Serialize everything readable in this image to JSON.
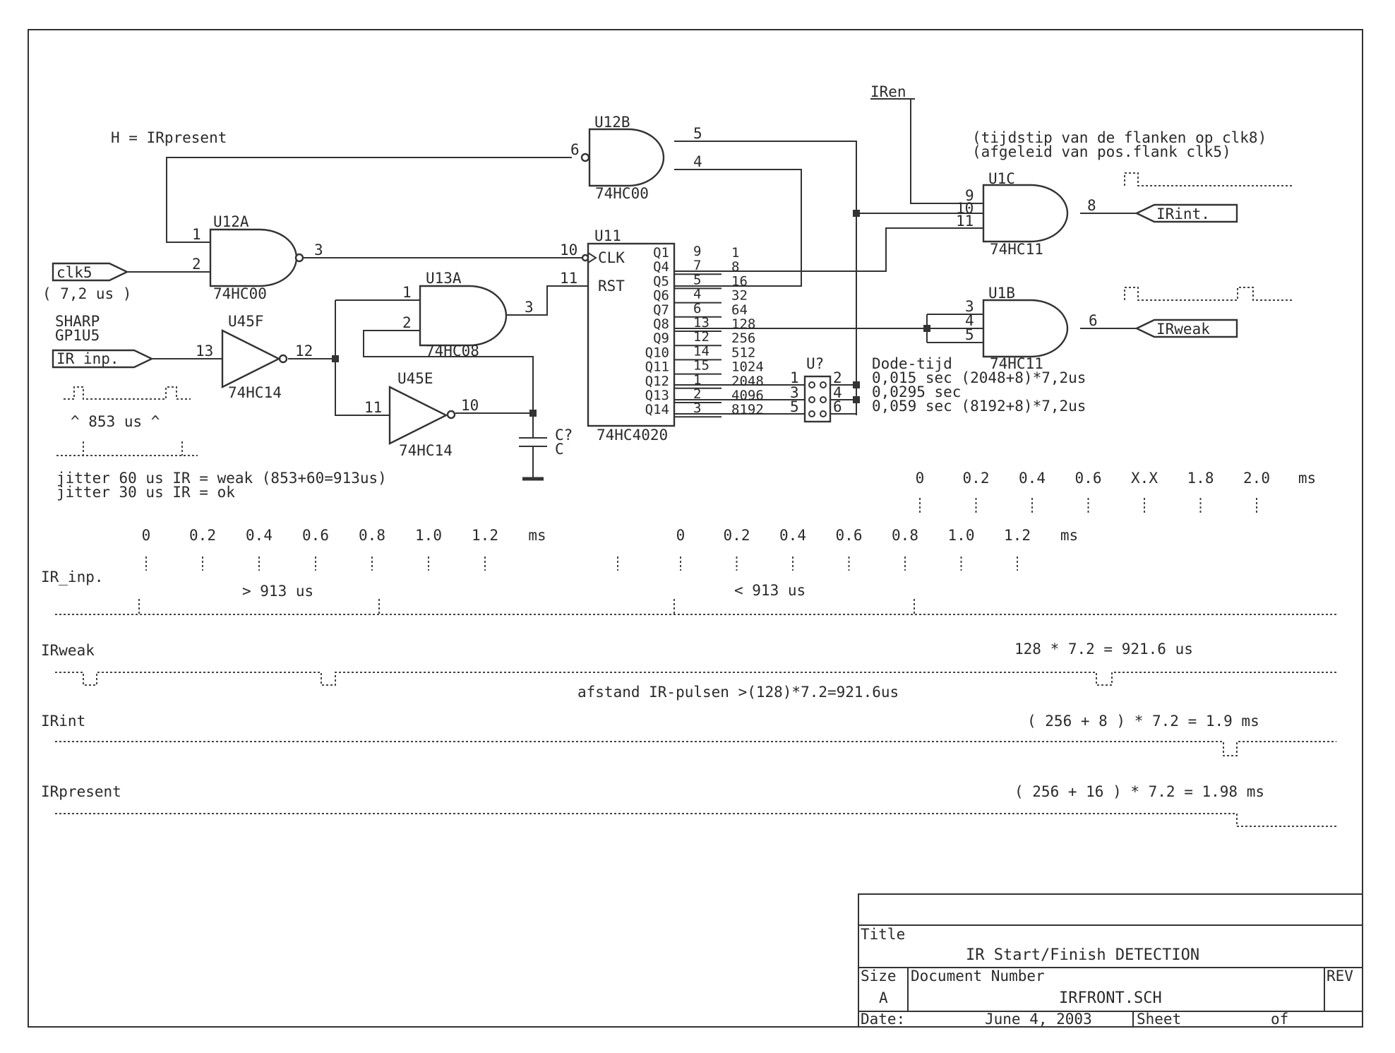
{
  "labels": {
    "ir_present_note": "H = IRpresent",
    "flank_note_1": "(tijdstip van de flanken op clk8)",
    "flank_note_2": "(afgeleid van pos.flank clk5)",
    "iren": "IRen",
    "u12b": "U12B",
    "u12b_type": "74HC00",
    "u12a": "U12A",
    "u12a_type": "74HC00",
    "u11": "U11",
    "u11_type": "74HC4020",
    "u13a": "U13A",
    "u13a_type": "74HC08",
    "u45f": "U45F",
    "u45f_type": "74HC14",
    "u45e": "U45E",
    "u45e_type": "74HC14",
    "u1c": "U1C",
    "u1c_type": "74HC11",
    "u1b": "U1B",
    "u1b_type": "74HC11",
    "jumper": "U?",
    "cap_ref": "C?",
    "cap_val": "C",
    "clk5": "clk5",
    "clk5_period": "( 7,2 us )",
    "sharp": "SHARP",
    "gp1u5": "GP1U5",
    "ir_inp": "IR_inp.",
    "irint_out": "IRint.",
    "irweak_out": "IRweak",
    "pulse_853": "^ 853 us ^",
    "dead_time": "Dode-tijd",
    "dt1": "0,015 sec (2048+8)*7,2us",
    "dt2": "0,0295 sec",
    "dt3": "0,059 sec (8192+8)*7,2us",
    "jitter1": "jitter 60 us IR = weak (853+60=913us)",
    "jitter2": "jitter 30 us IR = ok",
    "clk": "CLK",
    "rst": "RST"
  },
  "pins": {
    "u12b_in6": "6",
    "u12b_out5": "5",
    "u12b_out4": "4",
    "u12a_in1": "1",
    "u12a_in2": "2",
    "u12a_out3": "3",
    "u11_clk": "10",
    "u11_rst": "11",
    "u13a_in1": "1",
    "u13a_in2": "2",
    "u13a_out3": "3",
    "u45f_in": "13",
    "u45f_out": "12",
    "u45e_in": "11",
    "u45e_out": "10",
    "u1c_in9": "9",
    "u1c_in10": "10",
    "u1c_in11": "11",
    "u1c_out": "8",
    "u1b_in3": "3",
    "u1b_in4": "4",
    "u1b_in5": "5",
    "u1b_out": "6",
    "j1": "1",
    "j2": "2",
    "j3": "3",
    "j4": "4",
    "j5": "5",
    "j6": "6"
  },
  "counter_outputs": [
    {
      "q": "Q1",
      "pin": "9",
      "value": "1"
    },
    {
      "q": "Q4",
      "pin": "7",
      "value": "8"
    },
    {
      "q": "Q5",
      "pin": "5",
      "value": "16"
    },
    {
      "q": "Q6",
      "pin": "4",
      "value": "32"
    },
    {
      "q": "Q7",
      "pin": "6",
      "value": "64"
    },
    {
      "q": "Q8",
      "pin": "13",
      "value": "128"
    },
    {
      "q": "Q9",
      "pin": "12",
      "value": "256"
    },
    {
      "q": "Q10",
      "pin": "14",
      "value": "512"
    },
    {
      "q": "Q11",
      "pin": "15",
      "value": "1024"
    },
    {
      "q": "Q12",
      "pin": "1",
      "value": "2048"
    },
    {
      "q": "Q13",
      "pin": "2",
      "value": "4096"
    },
    {
      "q": "Q14",
      "pin": "3",
      "value": "8192"
    }
  ],
  "scales": {
    "upper_right": [
      "0",
      "0.2",
      "0.4",
      "0.6",
      "X.X",
      "1.8",
      "2.0",
      "ms"
    ],
    "left": [
      "0",
      "0.2",
      "0.4",
      "0.6",
      "0.8",
      "1.0",
      "1.2",
      "ms"
    ],
    "right": [
      "0",
      "0.2",
      "0.4",
      "0.6",
      "0.8",
      "1.0",
      "1.2",
      "ms"
    ]
  },
  "timing": {
    "ir_inp": "IR_inp.",
    "gt913": "> 913 us",
    "lt913": "< 913 us",
    "irweak": "IRweak",
    "irweak_calc": "128 * 7.2 = 921.6 us",
    "afstand": "afstand IR-pulsen >(128)*7.2=921.6us",
    "irint": "IRint",
    "irint_calc": "( 256 + 8 ) * 7.2 = 1.9 ms",
    "irpresent": "IRpresent",
    "irpresent_calc": "( 256 + 16 ) * 7.2 = 1.98 ms"
  },
  "title_block": {
    "title_label": "Title",
    "title": "IR Start/Finish DETECTION",
    "size_label": "Size",
    "size": "A",
    "docnum_label": "Document Number",
    "docnum": "IRFRONT.SCH",
    "rev_label": "REV",
    "date_label": "Date:",
    "date": "June  4, 2003",
    "sheet_label": "Sheet",
    "of_label": "of"
  }
}
